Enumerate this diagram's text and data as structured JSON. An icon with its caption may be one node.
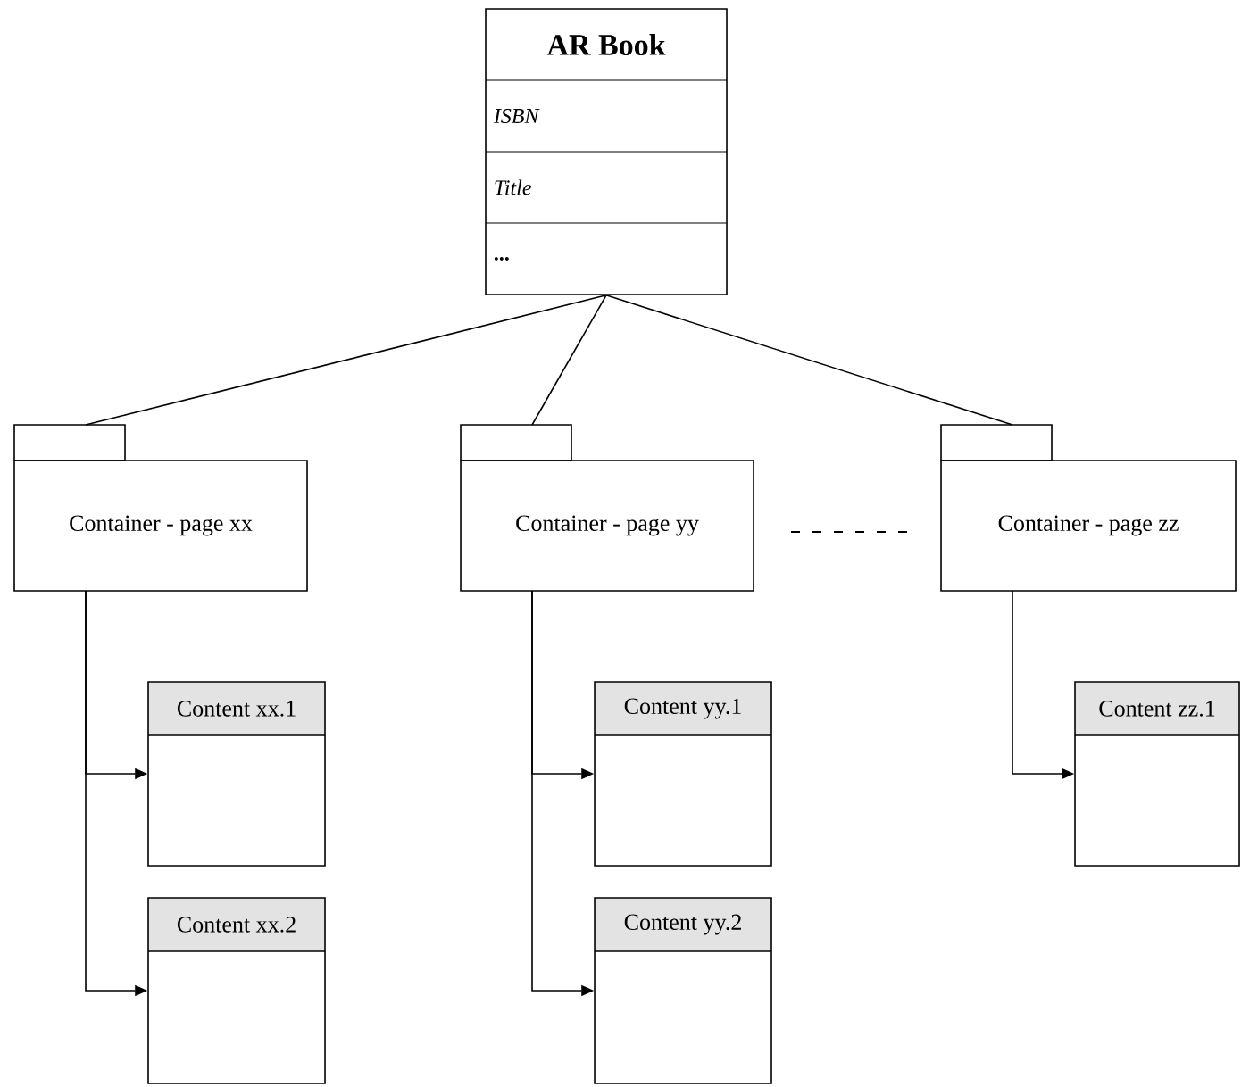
{
  "diagram": {
    "nodes": [
      {
        "text": [
          "AR Book",
          "ISBN",
          "Title",
          "..."
        ]
      },
      {
        "text": [
          "Container - page xx"
        ]
      },
      {
        "text": [
          "Content xx.1"
        ]
      },
      {
        "text": [
          "Content xx.2"
        ]
      },
      {
        "text": [
          "Container - page yy"
        ]
      },
      {
        "text": [
          "Content yy.1"
        ]
      },
      {
        "text": [
          "Content yy.2"
        ]
      },
      {
        "text": [
          "Container - page zz"
        ]
      },
      {
        "text": [
          "Content zz.1"
        ]
      }
    ],
    "edges": [
      {
        "from": 0,
        "to": 1,
        "arrow": "none"
      },
      {
        "from": 0,
        "to": 4,
        "arrow": "none"
      },
      {
        "from": 0,
        "to": 7,
        "arrow": "none"
      },
      {
        "from": 1,
        "to": 2,
        "arrow": "to"
      },
      {
        "from": 1,
        "to": 3,
        "arrow": "to"
      },
      {
        "from": 4,
        "to": 5,
        "arrow": "to"
      },
      {
        "from": 4,
        "to": 6,
        "arrow": "to"
      },
      {
        "from": 7,
        "to": 8,
        "arrow": "to"
      }
    ]
  }
}
